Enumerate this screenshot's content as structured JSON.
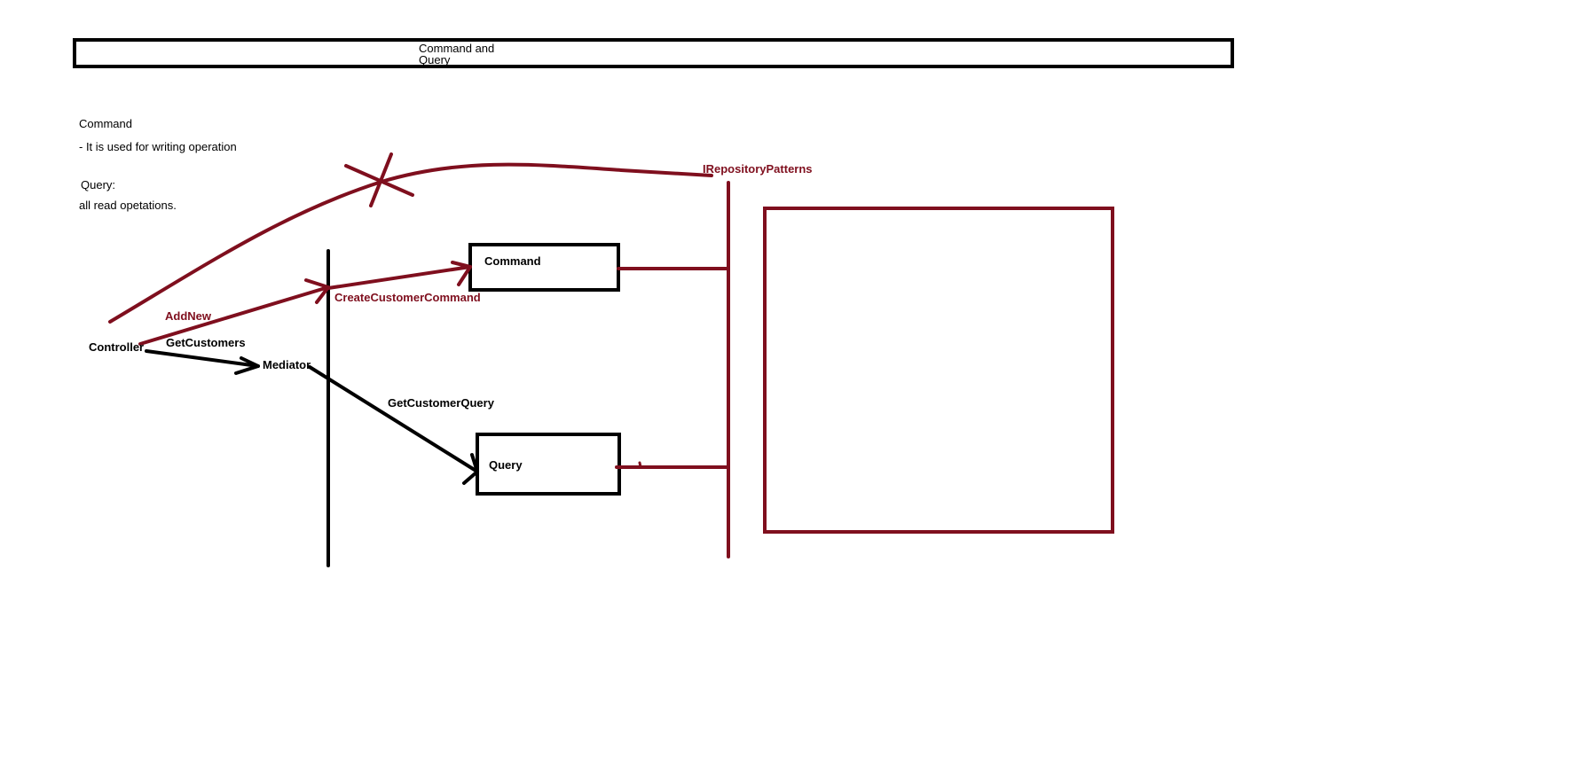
{
  "header": {
    "title_line1": "Command and",
    "title_line2": "Query"
  },
  "notes": {
    "command_heading": "Command",
    "command_description": "- It is used for writing operation",
    "query_heading": "Query:",
    "query_description": "all read opetations."
  },
  "diagram": {
    "controller_label": "Controller",
    "mediator_label": "Mediator",
    "command_box_label": "Command",
    "query_box_label": "Query",
    "add_new_label": "AddNew",
    "get_customers_label": "GetCustomers",
    "create_customer_command_label": "CreateCustomerCommand",
    "get_customer_query_label": "GetCustomerQuery",
    "repository_label": "IRepositoryPatterns"
  },
  "colors": {
    "ink_black": "#000000",
    "ink_red": "#7f0f1e",
    "background": "#ffffff"
  }
}
